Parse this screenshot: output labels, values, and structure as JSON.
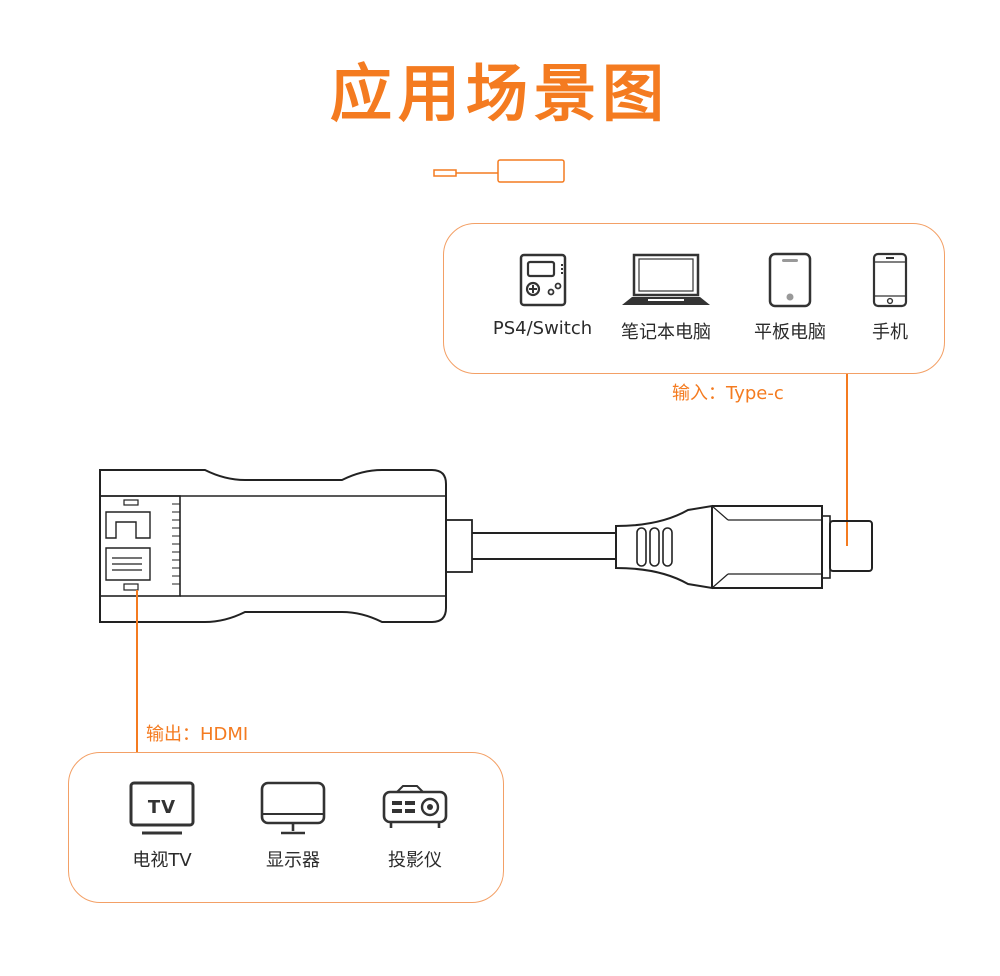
{
  "title": "应用场景图",
  "input": {
    "label": "输入：Type-c",
    "devices": [
      {
        "name": "PS4/Switch",
        "icon": "game-console-icon"
      },
      {
        "name": "笔记本电脑",
        "icon": "laptop-icon"
      },
      {
        "name": "平板电脑",
        "icon": "tablet-icon"
      },
      {
        "name": "手机",
        "icon": "phone-icon"
      }
    ]
  },
  "output": {
    "label": "输出：HDMI",
    "devices": [
      {
        "name": "电视TV",
        "icon": "tv-icon"
      },
      {
        "name": "显示器",
        "icon": "monitor-icon"
      },
      {
        "name": "投影仪",
        "icon": "projector-icon"
      }
    ]
  },
  "tv_icon_text": "TV",
  "colors": {
    "accent": "#f47b20",
    "box_border": "#f3a066",
    "line": "#222222"
  }
}
